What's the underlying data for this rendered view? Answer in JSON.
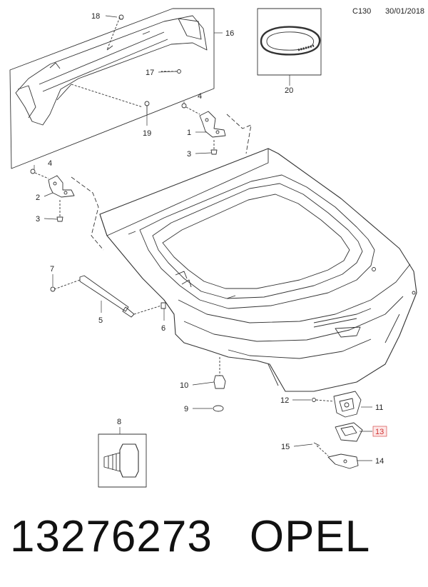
{
  "header": {
    "code": "C130",
    "date": "30/01/2018"
  },
  "callouts": {
    "c1": "1",
    "c2": "2",
    "c3a": "3",
    "c3b": "3",
    "c4a": "4",
    "c4b": "4",
    "c5": "5",
    "c6": "6",
    "c7": "7",
    "c8": "8",
    "c9": "9",
    "c10": "10",
    "c11": "11",
    "c12": "12",
    "c13": "13",
    "c14": "14",
    "c15": "15",
    "c16": "16",
    "c17": "17",
    "c18": "18",
    "c19": "19",
    "c20": "20"
  },
  "highlight_color": "#d03030",
  "footer": {
    "part_number": "13276273",
    "brand": "OPEL"
  }
}
